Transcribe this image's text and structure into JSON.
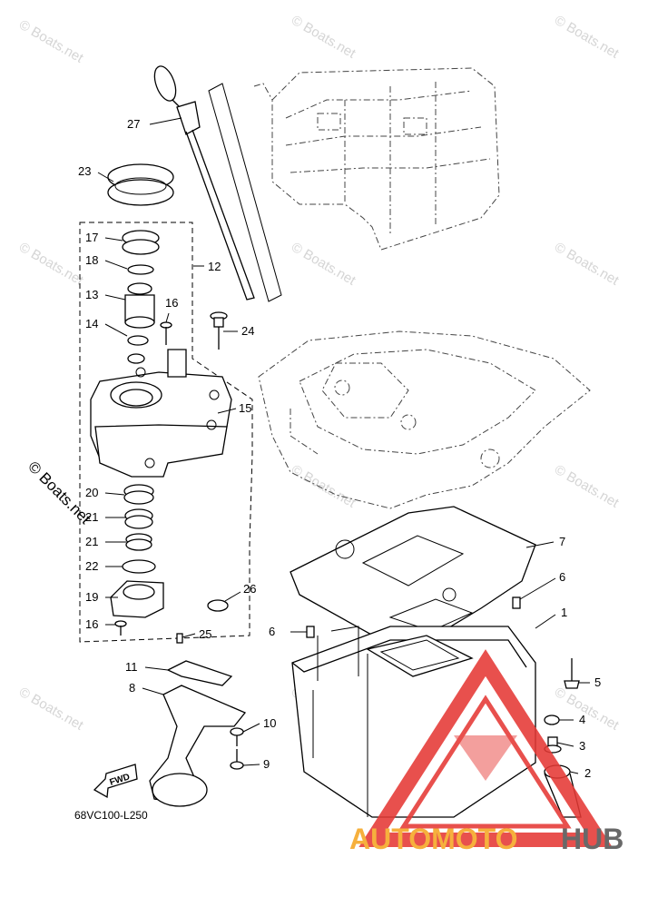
{
  "diagram_code": "68VC100-L250",
  "fwd_label": "FWD",
  "watermark_text": "© Boats.net",
  "side_watermark_text": "© Boats.net",
  "brand": {
    "part1": "AUTOMOTO",
    "part2": "HUB",
    "colors": {
      "orange": "#f5a623",
      "gray": "#555555",
      "red": "#e53935"
    }
  },
  "callouts": {
    "c27": "27",
    "c23": "23",
    "c17": "17",
    "c18": "18",
    "c12": "12",
    "c13": "13",
    "c16a": "16",
    "c14": "14",
    "c24": "24",
    "c15": "15",
    "c20": "20",
    "c21a": "21",
    "c21b": "21",
    "c22": "22",
    "c19": "19",
    "c16b": "16",
    "c25": "25",
    "c26": "26",
    "c7": "7",
    "c6a": "6",
    "c6b": "6",
    "c1": "1",
    "c5": "5",
    "c4": "4",
    "c3": "3",
    "c2": "2",
    "c11": "11",
    "c8": "8",
    "c10": "10",
    "c9": "9"
  }
}
